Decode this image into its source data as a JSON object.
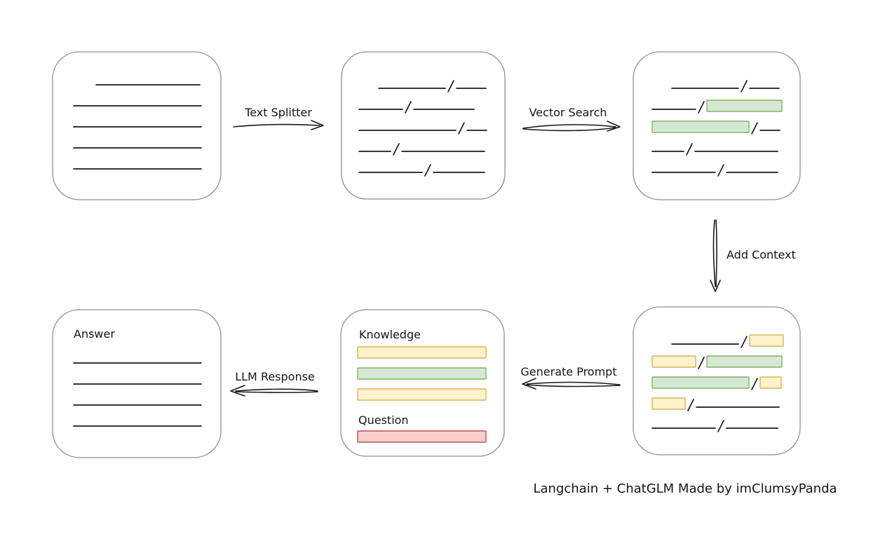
{
  "arrows": {
    "text_splitter": {
      "label": "Text Splitter",
      "direction": "right"
    },
    "vector_search": {
      "label": "Vector Search",
      "direction": "right"
    },
    "add_context": {
      "label": "Add Context",
      "direction": "down"
    },
    "generate_prompt": {
      "label": "Generate Prompt",
      "direction": "left"
    },
    "llm_response": {
      "label": "LLM Response",
      "direction": "left"
    }
  },
  "boxes": {
    "document": {
      "lines": [
        {
          "indent": 32,
          "w": 148
        },
        {
          "indent": 0,
          "w": 182
        },
        {
          "indent": 0,
          "w": 182
        },
        {
          "indent": 0,
          "w": 182
        },
        {
          "indent": 0,
          "w": 182
        }
      ]
    },
    "split_text": {
      "rows": [
        {
          "indent": 28,
          "segments": [
            {
              "type": "line",
              "w": 95
            },
            {
              "type": "line",
              "w": 42
            }
          ]
        },
        {
          "indent": 0,
          "segments": [
            {
              "type": "line",
              "w": 62
            },
            {
              "type": "line",
              "w": 86
            }
          ]
        },
        {
          "indent": 0,
          "segments": [
            {
              "type": "line",
              "w": 138
            },
            {
              "type": "line",
              "w": 28
            }
          ]
        },
        {
          "indent": 0,
          "segments": [
            {
              "type": "line",
              "w": 45
            },
            {
              "type": "line",
              "w": 118
            }
          ]
        },
        {
          "indent": 0,
          "segments": [
            {
              "type": "line",
              "w": 90
            },
            {
              "type": "line",
              "w": 73
            }
          ]
        }
      ]
    },
    "vector_result": {
      "rows": [
        {
          "indent": 28,
          "segments": [
            {
              "type": "line",
              "w": 95
            },
            {
              "type": "line",
              "w": 42
            }
          ]
        },
        {
          "indent": 0,
          "segments": [
            {
              "type": "line",
              "w": 62
            },
            {
              "type": "green",
              "w": 107
            }
          ]
        },
        {
          "indent": 0,
          "segments": [
            {
              "type": "green",
              "w": 138
            },
            {
              "type": "line",
              "w": 28
            }
          ]
        },
        {
          "indent": 0,
          "segments": [
            {
              "type": "line",
              "w": 45
            },
            {
              "type": "line",
              "w": 118
            }
          ]
        },
        {
          "indent": 0,
          "segments": [
            {
              "type": "line",
              "w": 90
            },
            {
              "type": "line",
              "w": 73
            }
          ]
        }
      ]
    },
    "context_result": {
      "rows": [
        {
          "indent": 28,
          "segments": [
            {
              "type": "line",
              "w": 95
            },
            {
              "type": "yellow",
              "w": 48
            }
          ]
        },
        {
          "indent": 0,
          "segments": [
            {
              "type": "yellow",
              "w": 62
            },
            {
              "type": "green",
              "w": 107
            }
          ]
        },
        {
          "indent": 0,
          "segments": [
            {
              "type": "green",
              "w": 138
            },
            {
              "type": "yellow",
              "w": 30
            }
          ]
        },
        {
          "indent": 0,
          "segments": [
            {
              "type": "yellow",
              "w": 47
            },
            {
              "type": "line",
              "w": 118
            }
          ]
        },
        {
          "indent": 0,
          "segments": [
            {
              "type": "line",
              "w": 90
            },
            {
              "type": "line",
              "w": 73
            }
          ]
        }
      ]
    },
    "prompt": {
      "knowledge_label": "Knowledge",
      "question_label": "Question",
      "knowledge_bars": [
        "yellow",
        "green",
        "yellow"
      ],
      "question_bars": [
        "red"
      ]
    },
    "answer": {
      "label": "Answer",
      "lines": [
        {
          "indent": 0,
          "w": 182
        },
        {
          "indent": 0,
          "w": 182
        },
        {
          "indent": 0,
          "w": 182
        },
        {
          "indent": 0,
          "w": 182
        }
      ]
    }
  },
  "footer": {
    "credit": "Langchain + ChatGLM Made by imClumsyPanda"
  },
  "colors": {
    "green_fill": "#d5e8d4",
    "green_stroke": "#82b366",
    "yellow_fill": "#fff2cc",
    "yellow_stroke": "#d6b656",
    "red_fill": "#f8cecc",
    "red_stroke": "#b85450",
    "box_stroke": "#8f8f8f",
    "line_color": "#1a1a1a"
  }
}
